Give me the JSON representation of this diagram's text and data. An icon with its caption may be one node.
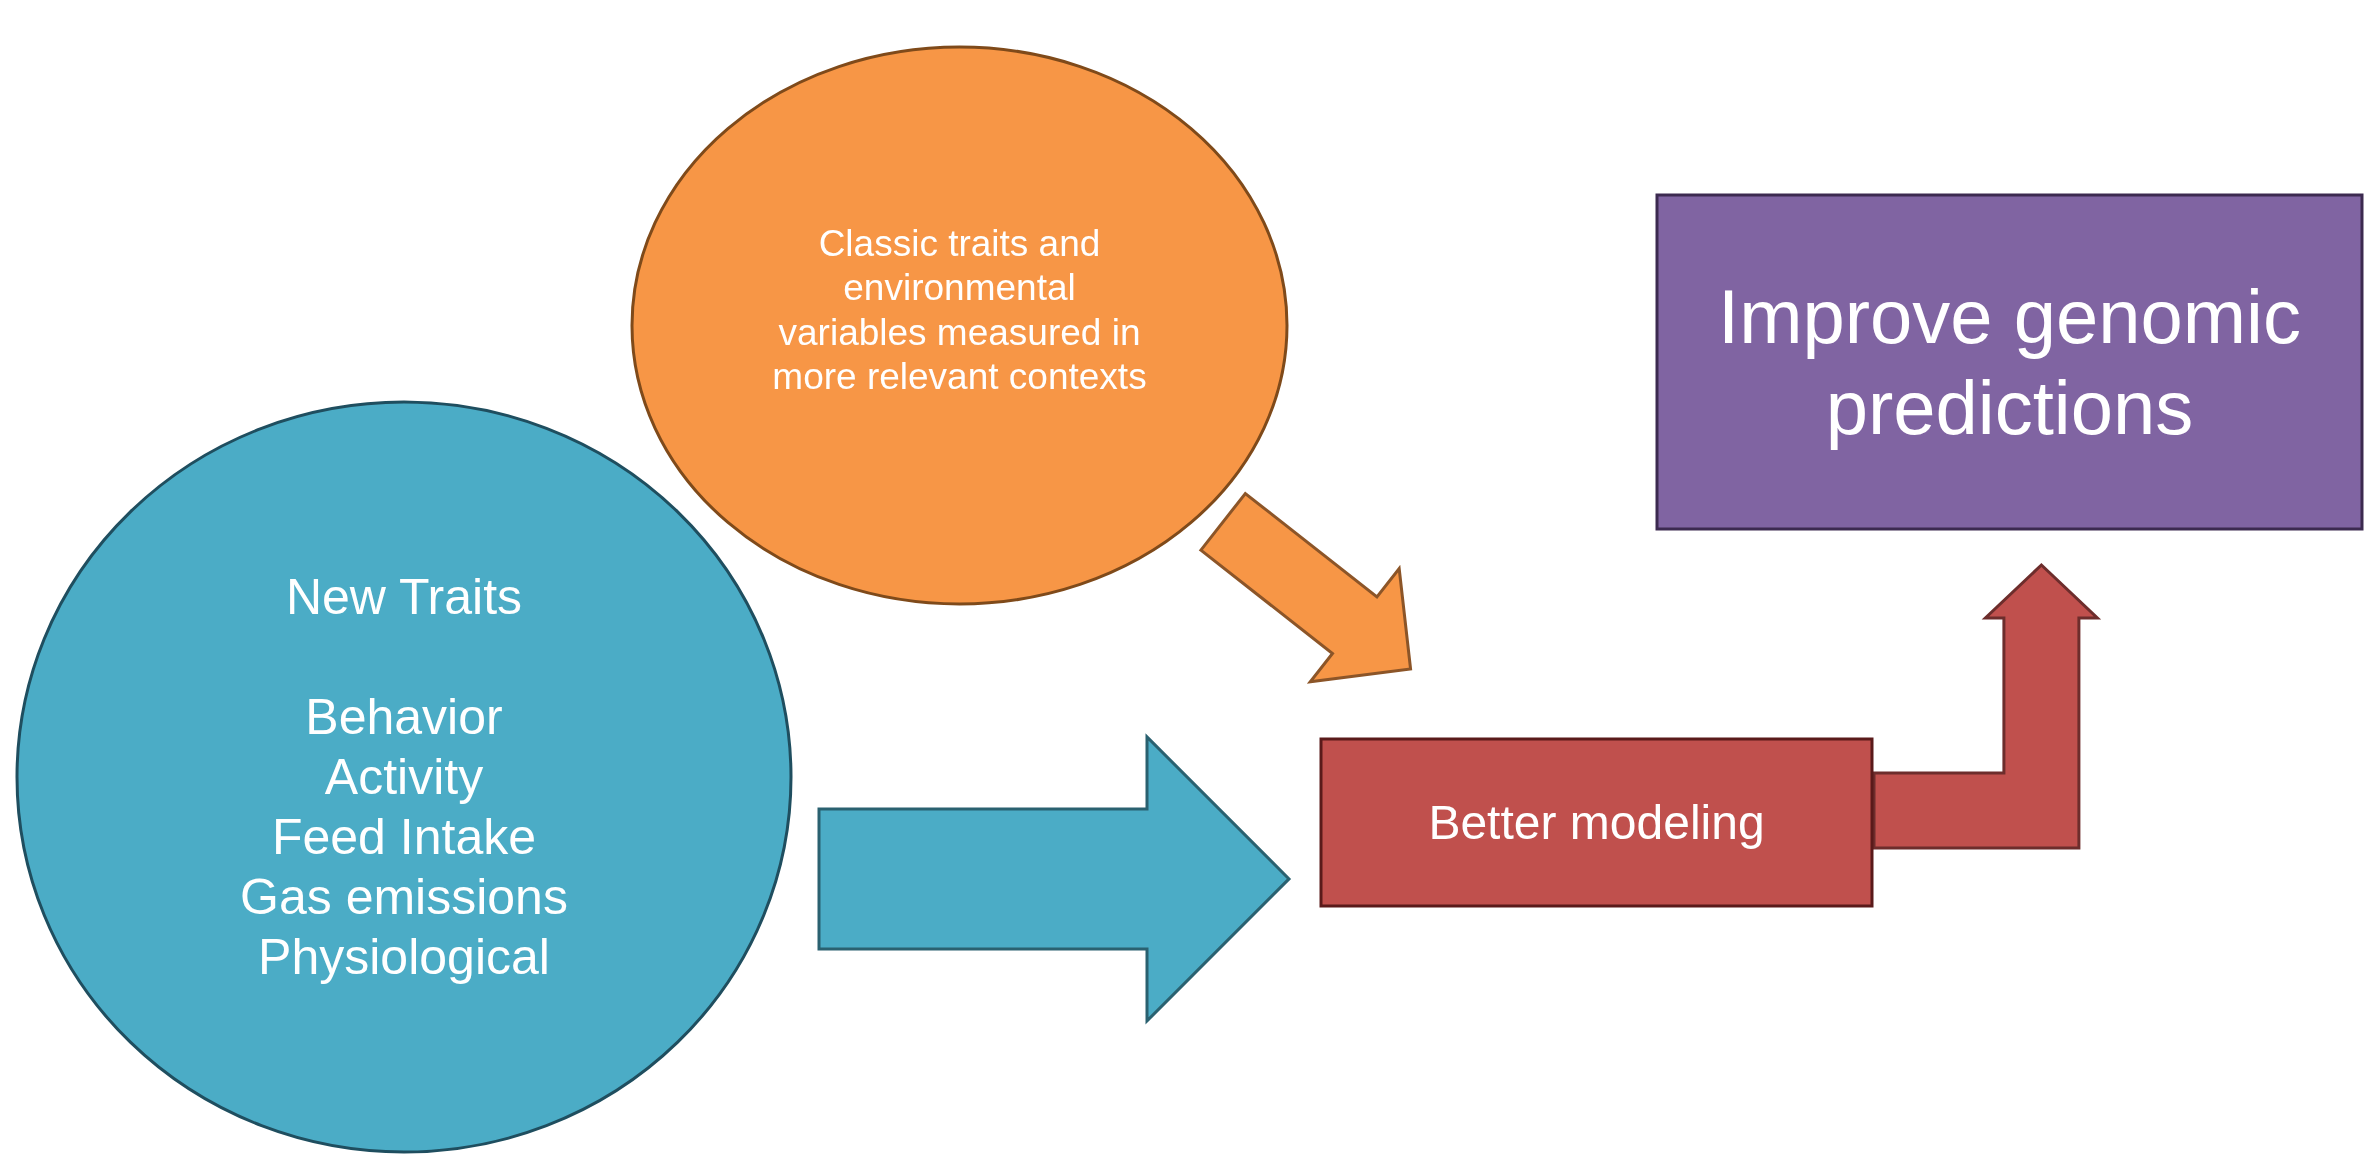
{
  "diagram": {
    "nodes": [
      {
        "text": [
          "New Traits",
          "Behavior",
          "Activity",
          "Feed Intake",
          "Gas emissions",
          "Physiological"
        ]
      },
      {
        "text": [
          "Classic traits and environmental variables measured in more relevant contexts"
        ]
      },
      {
        "text": [
          "Improve genomic predictions"
        ]
      },
      {
        "text": [
          "Better modeling"
        ]
      }
    ],
    "edges": [
      {
        "from": 0,
        "to": 3,
        "arrow": "to",
        "style": "thick",
        "color": "#4bacc6"
      },
      {
        "from": 1,
        "to": 3,
        "arrow": "to",
        "style": "thick",
        "color": "#f79646"
      },
      {
        "from": 3,
        "to": 2,
        "arrow": "to",
        "style": "thick",
        "color": "#c0504d"
      }
    ]
  }
}
